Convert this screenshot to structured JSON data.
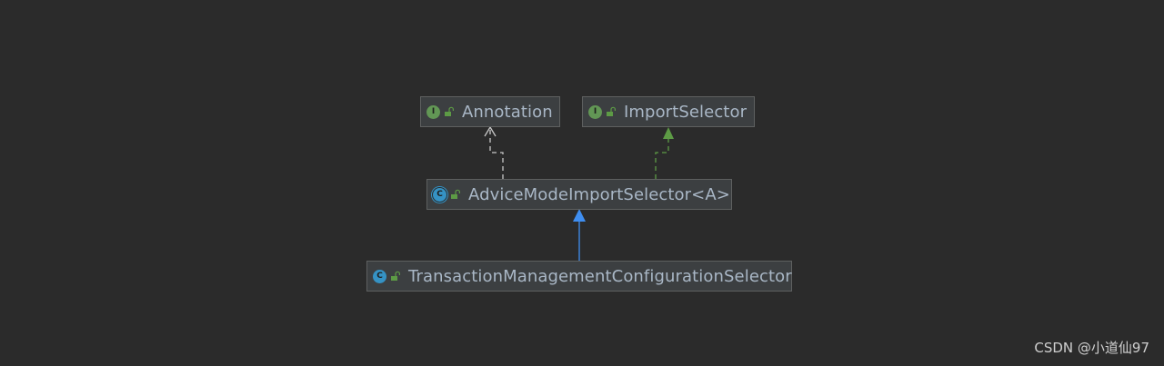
{
  "diagram": {
    "nodes": {
      "annotation": {
        "label": "Annotation",
        "kind_icon": "interface-icon",
        "kind_letter": "I"
      },
      "import_selector": {
        "label": "ImportSelector",
        "kind_icon": "interface-icon",
        "kind_letter": "I"
      },
      "advice_mode_import_selector": {
        "label": "AdviceModeImportSelector<A>",
        "kind_icon": "abstract-class-icon",
        "kind_letter": "C"
      },
      "transaction_management_configuration_selector": {
        "label": "TransactionManagementConfigurationSelector",
        "kind_icon": "class-icon",
        "kind_letter": "C"
      }
    },
    "edges": [
      {
        "from": "advice_mode_import_selector",
        "to": "annotation",
        "type": "dependency",
        "style": "dashed",
        "color": "#c8c8c8"
      },
      {
        "from": "advice_mode_import_selector",
        "to": "import_selector",
        "type": "implements",
        "style": "dashed",
        "color": "#5d9b45"
      },
      {
        "from": "transaction_management_configuration_selector",
        "to": "advice_mode_import_selector",
        "type": "extends",
        "style": "solid",
        "color": "#3f8ef0"
      }
    ]
  },
  "colors": {
    "background": "#2b2b2b",
    "node_fill": "#3c3f41",
    "node_border": "#5e6060",
    "text": "#a9b7c6",
    "interface_badge": "#629755",
    "class_badge": "#3592c4",
    "lock": "#5d9b45"
  },
  "watermark": "CSDN @小道仙97"
}
